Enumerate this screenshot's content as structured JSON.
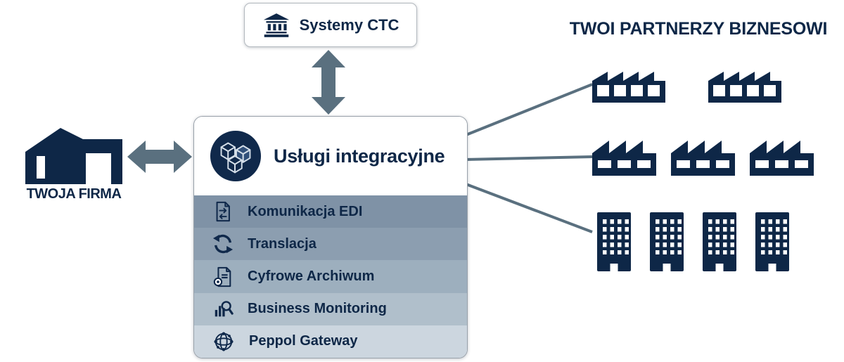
{
  "colors": {
    "navy": "#0e2747",
    "icon_navy": "#10294b",
    "connector_gray": "#5a707f",
    "service_row_backgrounds": [
      "#7f92a6",
      "#8c9eb0",
      "#9dafbe",
      "#b0bfcb",
      "#ccd6df"
    ]
  },
  "ctc": {
    "label": "Systemy CTC",
    "icon": "bank-icon"
  },
  "company": {
    "label": "TWOJA FIRMA",
    "icon": "warehouse-icon"
  },
  "integration": {
    "title": "Usługi integracyjne",
    "icon": "cubes-icon",
    "services": [
      {
        "label": "Komunikacja EDI",
        "icon": "edi-document-icon"
      },
      {
        "label": "Translacja",
        "icon": "sync-arrows-icon"
      },
      {
        "label": "Cyfrowe Archiwum",
        "icon": "document-seal-icon"
      },
      {
        "label": "Business Monitoring",
        "icon": "chart-magnifier-icon"
      },
      {
        "label": "Peppol Gateway",
        "icon": "globe-network-icon"
      }
    ]
  },
  "partners": {
    "title": "TWOI PARTNERZY BIZNESOWI",
    "rows": [
      {
        "icon": "factory-icon",
        "count": 2
      },
      {
        "icon": "factory-icon",
        "count": 3
      },
      {
        "icon": "office-building-icon",
        "count": 4
      }
    ]
  }
}
